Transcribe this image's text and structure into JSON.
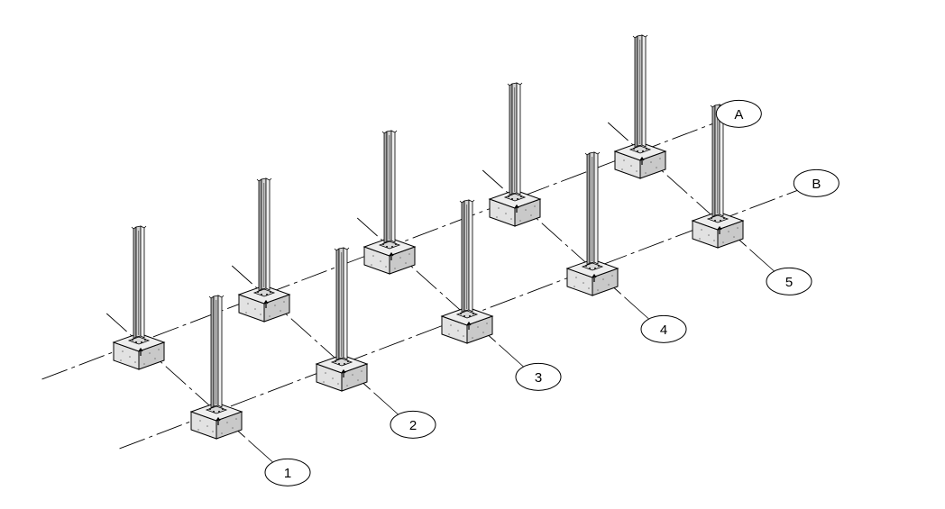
{
  "diagram": {
    "rows": [
      {
        "label": "A",
        "icon": "grid-bubble-icon"
      },
      {
        "label": "B",
        "icon": "grid-bubble-icon"
      }
    ],
    "columns": [
      {
        "label": "1",
        "icon": "grid-bubble-icon"
      },
      {
        "label": "2",
        "icon": "grid-bubble-icon"
      },
      {
        "label": "3",
        "icon": "grid-bubble-icon"
      },
      {
        "label": "4",
        "icon": "grid-bubble-icon"
      },
      {
        "label": "5",
        "icon": "grid-bubble-icon"
      }
    ],
    "element_icons": {
      "footing": "concrete-footing-icon",
      "column": "steel-column-icon"
    },
    "colors": {
      "line": "#000000",
      "concrete_light": "#eeeeee",
      "concrete_dark": "#c9c9c9",
      "steel": "#a8a8a8",
      "background": "#ffffff"
    }
  }
}
